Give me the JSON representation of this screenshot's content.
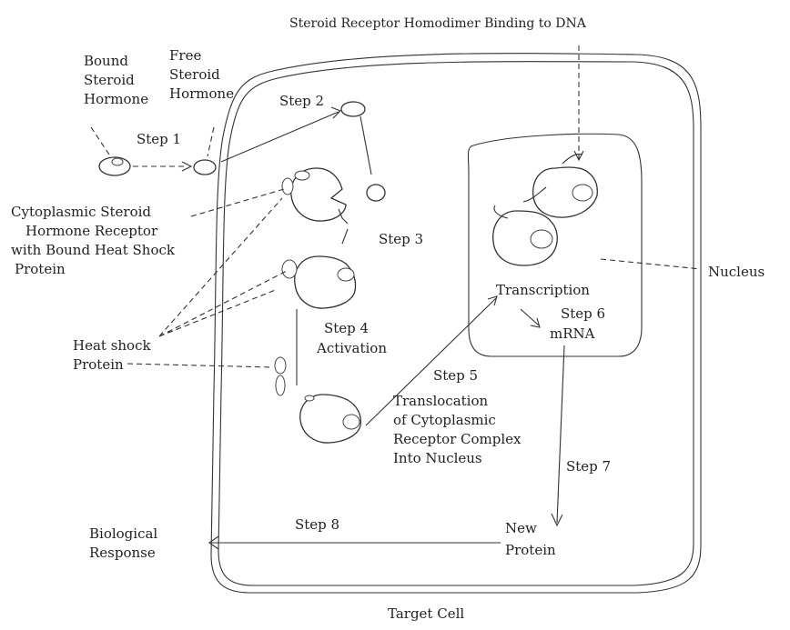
{
  "title": "Steroid Receptor Homodimer Binding to DNA",
  "footer": "Target Cell",
  "labels": {
    "bound_hormone": [
      "Bound",
      "Steroid",
      "Hormone"
    ],
    "free_hormone": [
      "Free",
      "Steroid",
      "Hormone"
    ],
    "cyto_receptor": [
      "Cytoplasmic Steroid",
      "Hormone Receptor",
      "with Bound Heat Shock",
      "Protein"
    ],
    "heat_shock": [
      "Heat shock",
      "Protein"
    ],
    "biological_response": [
      "Biological",
      "Response"
    ],
    "nucleus": "Nucleus",
    "transcription": "Transcription",
    "mrna": "mRNA",
    "activation": "Activation",
    "translocation": [
      "Translocation",
      "of Cytoplasmic",
      "Receptor Complex",
      "Into Nucleus"
    ],
    "new_protein": [
      "New",
      "Protein"
    ]
  },
  "steps": {
    "s1": "Step 1",
    "s2": "Step 2",
    "s3": "Step 3",
    "s4": "Step 4",
    "s5": "Step 5",
    "s6": "Step 6",
    "s7": "Step 7",
    "s8": "Step 8"
  }
}
